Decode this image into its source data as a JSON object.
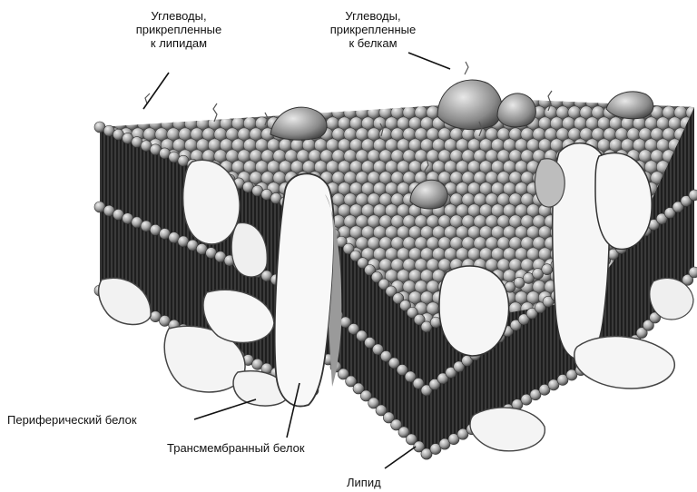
{
  "labels": {
    "carbohydrates_lipids": [
      "Углеводы,",
      "прикрепленные",
      "к липидам"
    ],
    "carbohydrates_proteins": [
      "Углеводы,",
      "прикрепленные",
      "к белкам"
    ],
    "peripheral_protein": "Периферический белок",
    "transmembrane_protein": "Трансмембранный белок",
    "lipid": "Липид"
  },
  "colors": {
    "head": "#9a9a9a",
    "head_highlight": "#e6e6e6",
    "tail": "#2a2a2a",
    "protein": "#f4f4f4",
    "protein_edge": "#555555",
    "leader": "#111111"
  }
}
